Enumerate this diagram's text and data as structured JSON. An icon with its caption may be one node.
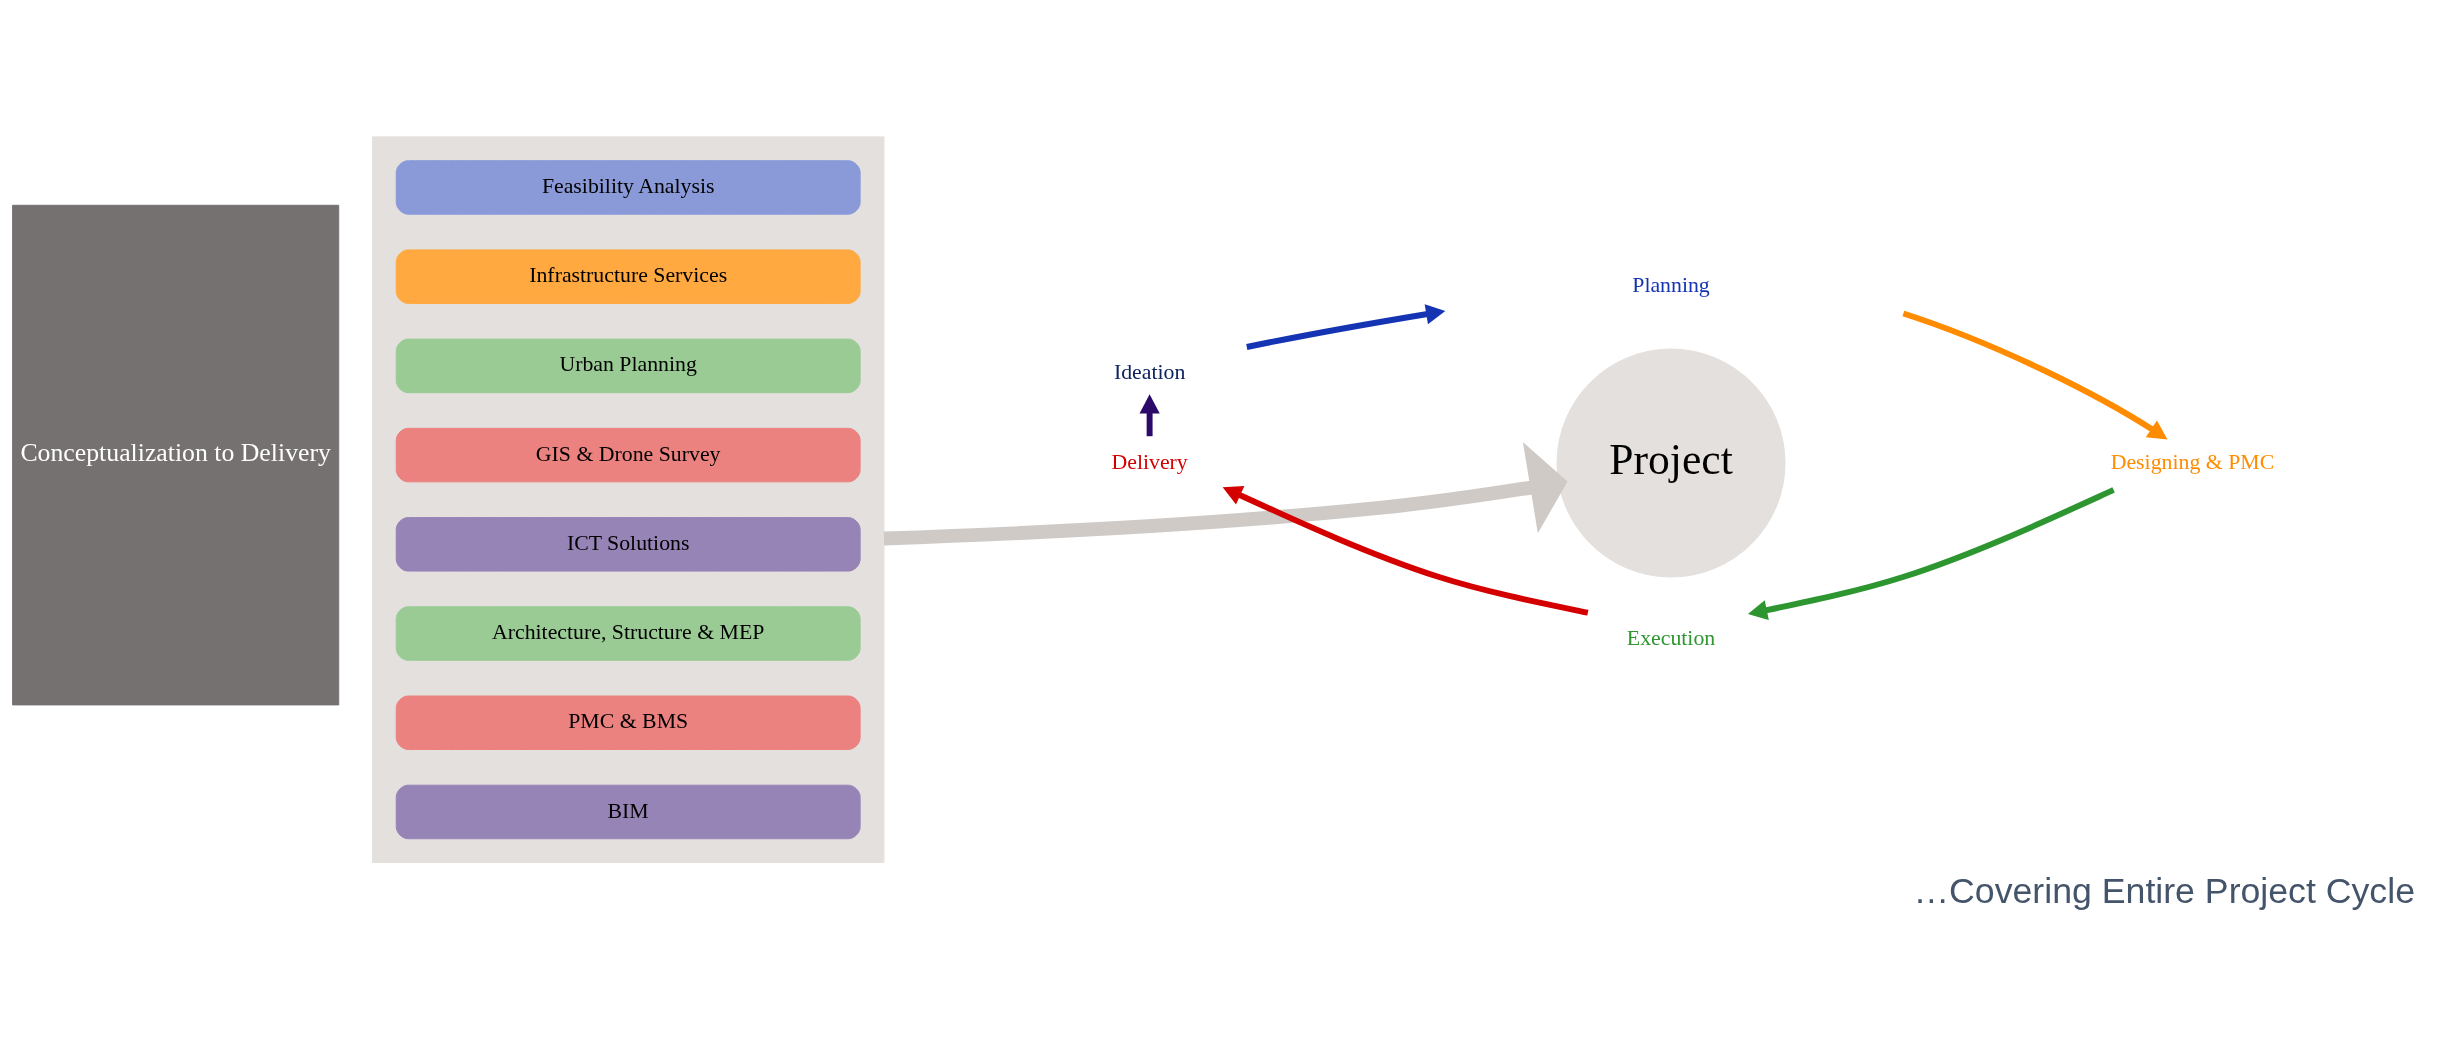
{
  "diagram": {
    "caption": "…Covering Entire Project Cycle",
    "nodes": [
      {
        "text": [
          "Conceptualization to Delivery"
        ]
      },
      {
        "text": [],
        "shape": "box"
      },
      {
        "text": [
          "Feasibility Analysis"
        ],
        "in": 1
      },
      {
        "text": [
          "Infrastructure Services"
        ],
        "in": 1
      },
      {
        "text": [
          "Urban Planning"
        ],
        "in": 1
      },
      {
        "text": [
          "GIS & Drone Survey"
        ],
        "in": 1
      },
      {
        "text": [
          "ICT Solutions"
        ],
        "in": 1
      },
      {
        "text": [
          "Architecture, Structure & MEP"
        ],
        "in": 1
      },
      {
        "text": [
          "PMC & BMS"
        ],
        "in": 1
      },
      {
        "text": [
          "BIM"
        ],
        "in": 1
      },
      {
        "text": [
          "Project"
        ]
      },
      {
        "text": [
          "Ideation"
        ]
      },
      {
        "text": [
          "Planning"
        ]
      },
      {
        "text": [
          "Designing & PMC"
        ]
      },
      {
        "text": [
          "Execution"
        ]
      },
      {
        "text": [
          "Delivery"
        ]
      }
    ],
    "edges": [
      {
        "from": 1,
        "to": 10,
        "arrow": "to",
        "style": "thick",
        "color": "#cfcac6"
      },
      {
        "from": 11,
        "to": 12,
        "arrow": "to",
        "color": "#1434b4"
      },
      {
        "from": 12,
        "to": 13,
        "arrow": "to",
        "color": "#ff8c00"
      },
      {
        "from": 13,
        "to": 14,
        "arrow": "to",
        "color": "#2e9630"
      },
      {
        "from": 14,
        "to": 15,
        "arrow": "to",
        "color": "#d40000"
      },
      {
        "from": 15,
        "to": 11,
        "arrow": "to",
        "color": "#2c0a6a"
      }
    ]
  }
}
